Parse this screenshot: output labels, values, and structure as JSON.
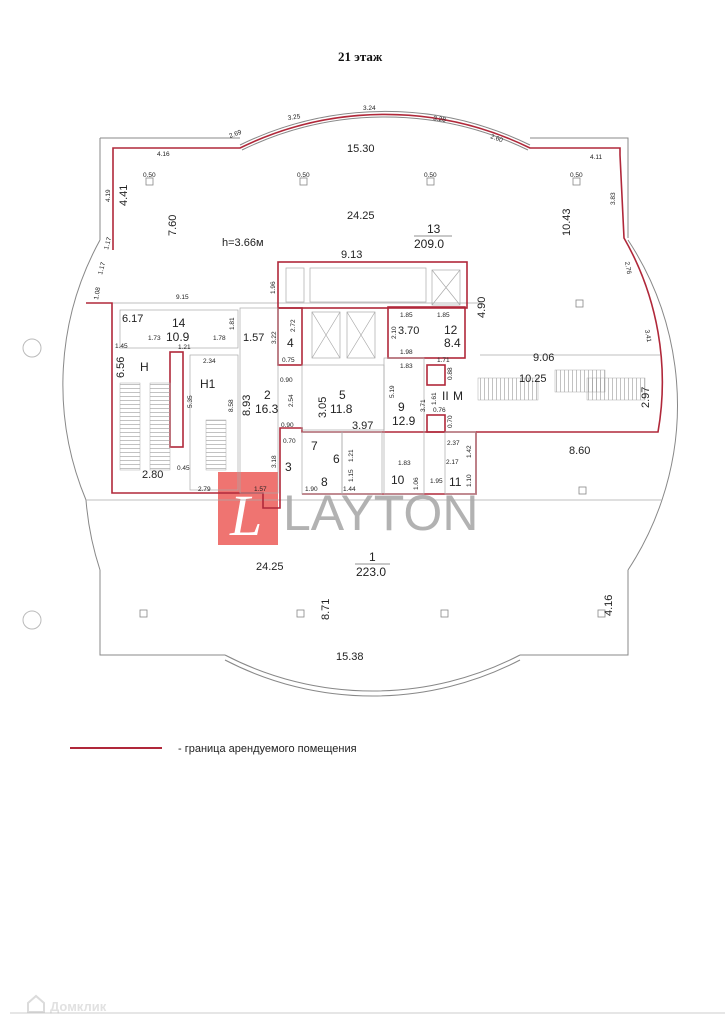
{
  "title": "21 этаж",
  "rooms": [
    {
      "num": "13",
      "area": "209.0"
    },
    {
      "num": "14",
      "area": "10.9"
    },
    {
      "num": "2",
      "area": "16.3"
    },
    {
      "num": "5",
      "area": "11.8"
    },
    {
      "num": "9",
      "area": "12.9"
    },
    {
      "num": "12",
      "area": "8.4"
    },
    {
      "num": "1",
      "area": "223.0"
    }
  ],
  "room_marks": [
    "Н",
    "Н1",
    "4",
    "3",
    "7",
    "6",
    "8",
    "10",
    "11",
    "II",
    "М"
  ],
  "height_note": "h=3.66м",
  "dims_large": [
    "15.30",
    "24.25",
    "7.60",
    "4.41",
    "9.13",
    "10.43",
    "4.90",
    "6.17",
    "1.57",
    "3.70",
    "9.06",
    "10.25",
    "6.56",
    "8.93",
    "3.05",
    "3.97",
    "2.97",
    "8.60",
    "2.80",
    "24.25",
    "8.71",
    "4.16",
    "15.38"
  ],
  "dims_small": [
    "4.16",
    "4.11",
    "2.69",
    "3.25",
    "3.24",
    "3.28",
    "2.60",
    "0.50",
    "0.50",
    "0.50",
    "0.50",
    "9.15",
    "1.96",
    "2.72",
    "3.22",
    "1.81",
    "1.78",
    "1.73",
    "1.45",
    "1.21",
    "2.34",
    "5.35",
    "8.58",
    "2.54",
    "0.90",
    "0.75",
    "1.85",
    "1.85",
    "2.10",
    "1.98",
    "1.83",
    "1.71",
    "5.19",
    "3.71",
    "1.61",
    "0.76",
    "0.70",
    "0.88",
    "2.37",
    "2.17",
    "1.42",
    "1.10",
    "1.95",
    "1.83",
    "1.06",
    "1.21",
    "1.15",
    "1.44",
    "1.90",
    "2.79",
    "1.57",
    "3.18",
    "0.45",
    "3.83",
    "2.76",
    "3.41",
    "1.17",
    "1.17",
    "1.08",
    "4.19",
    "0.90",
    "0.70"
  ],
  "watermark": {
    "letter": "L",
    "text": "LAYTON",
    "color": "#e8322f"
  },
  "legend": {
    "text": "- граница арендуемого помещения",
    "line_color": "#b0283a"
  },
  "corner_logo": "Домклик"
}
